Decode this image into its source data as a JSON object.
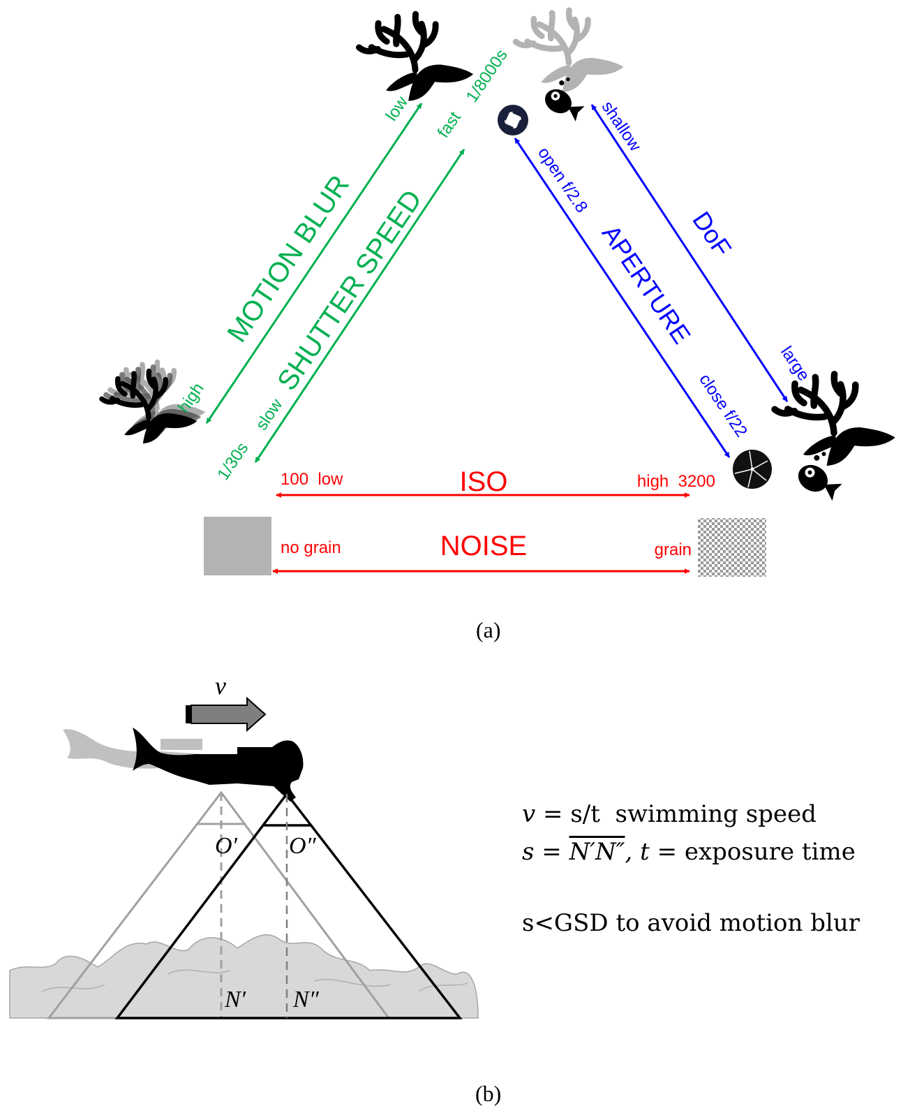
{
  "panel_a": {
    "motion_blur": {
      "title": "MOTION BLUR",
      "low": "low",
      "high": "high"
    },
    "shutter_speed": {
      "title": "SHUTTER SPEED",
      "fast": "fast",
      "fast_value": "1/8000s",
      "slow": "slow",
      "slow_value": "1/30s"
    },
    "aperture": {
      "title": "APERTURE",
      "open": "open f/2.8",
      "close": "close f/22"
    },
    "dof": {
      "title": "DoF",
      "shallow": "shallow",
      "large": "large"
    },
    "iso": {
      "title": "ISO",
      "low": "100  low",
      "high": "high  3200"
    },
    "noise": {
      "title": "NOISE",
      "no_grain": "no grain",
      "grain": "grain"
    },
    "caption": "(a)",
    "colors": {
      "green": "#00b050",
      "blue": "#0000ff",
      "red": "#ff0000",
      "gray": "#b3b3b3"
    }
  },
  "panel_b": {
    "velocity_label": "v",
    "labels": {
      "o_prime": "O′",
      "o_double_prime": "O″",
      "n_prime": "N′",
      "n_double_prime": "N″"
    },
    "formula_line1": {
      "lhs": "v",
      "rhs": " = s/t",
      "text": "  swimming speed"
    },
    "formula_line2": {
      "lhs": "s",
      "eq": " = ",
      "segment": "N′N″",
      "rest": ", t",
      "tail": " = exposure time"
    },
    "formula_line3": "s<GSD to avoid motion blur",
    "caption": "(b)"
  }
}
